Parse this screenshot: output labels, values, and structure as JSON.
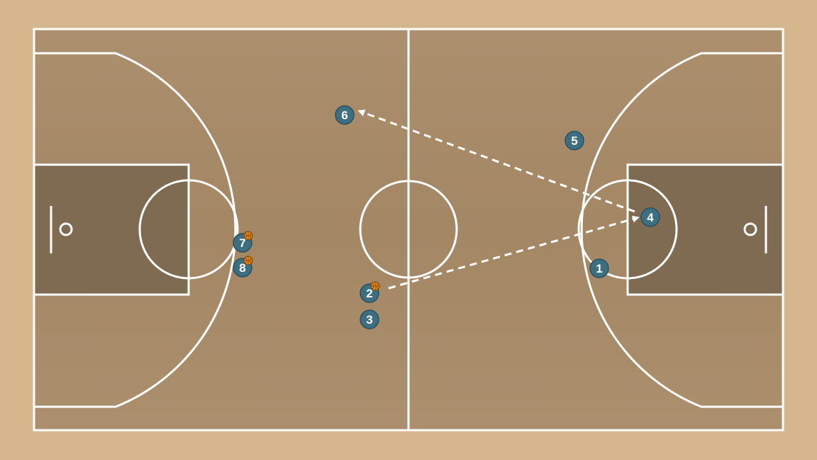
{
  "colors": {
    "outer_floor": "#d6b68c",
    "court_floor": "#a98b68",
    "paint": "#7f6a52",
    "lines": "#ffffff",
    "player_fill": "#3d6f80",
    "player_stroke": "#2a5060",
    "ball": "#e88a1a",
    "pass_line": "#ffffff"
  },
  "players": [
    {
      "label": "1",
      "has_ball": false
    },
    {
      "label": "2",
      "has_ball": true
    },
    {
      "label": "3",
      "has_ball": false
    },
    {
      "label": "4",
      "has_ball": false
    },
    {
      "label": "5",
      "has_ball": false
    },
    {
      "label": "6",
      "has_ball": false
    },
    {
      "label": "7",
      "has_ball": true
    },
    {
      "label": "8",
      "has_ball": true
    }
  ],
  "passes": [
    {
      "from": "2",
      "to": "4"
    },
    {
      "from": "4",
      "to": "6"
    }
  ]
}
